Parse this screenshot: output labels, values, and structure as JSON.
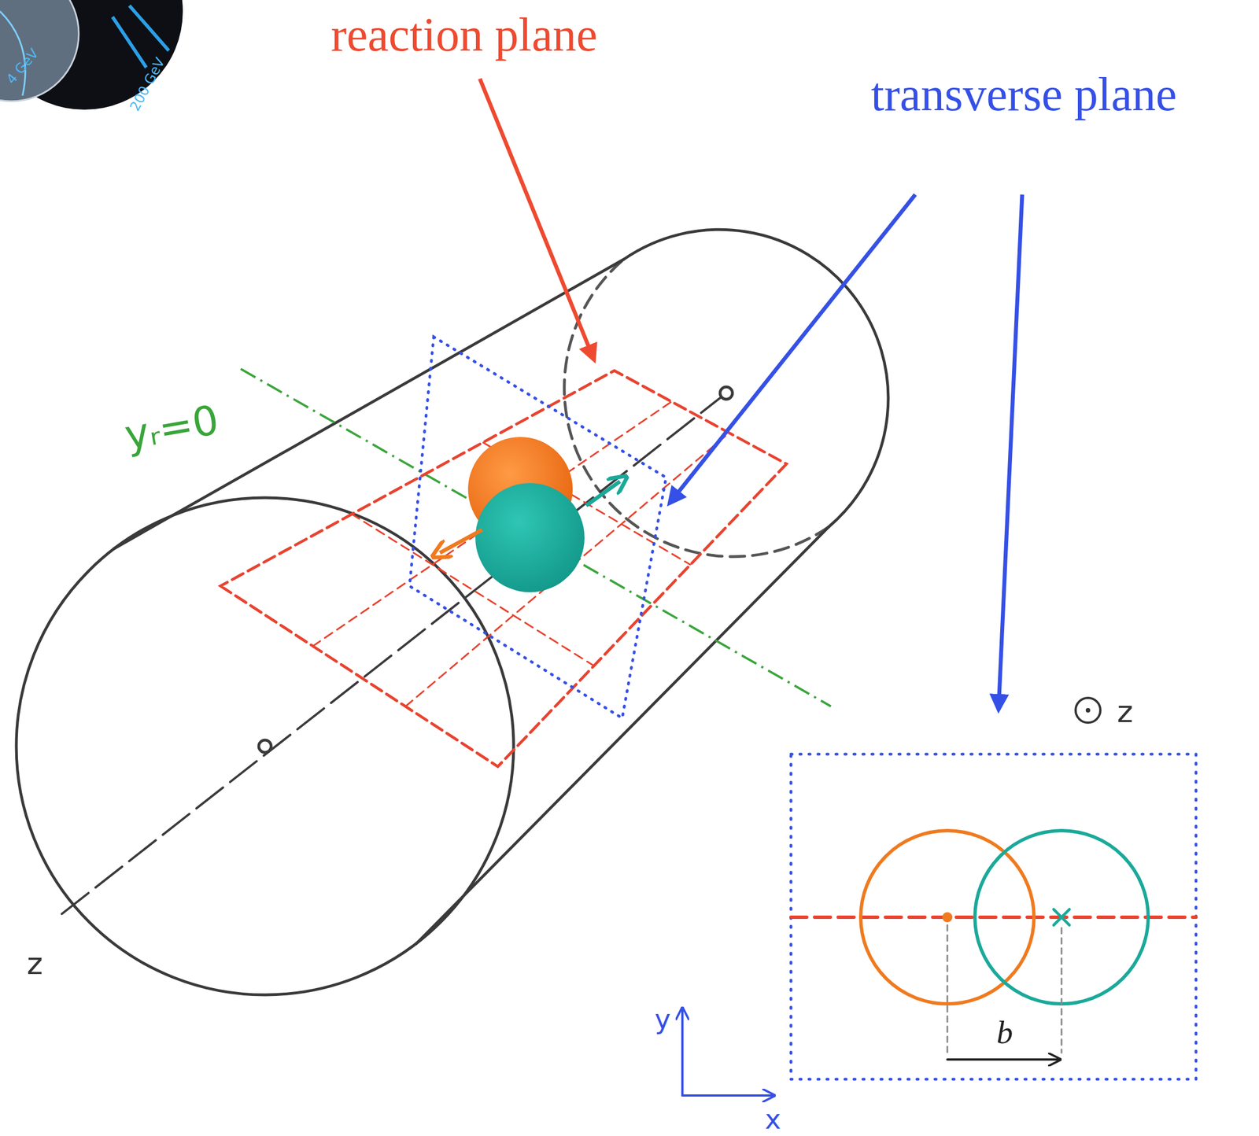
{
  "diagram": {
    "labels": [
      "reaction plane",
      "transverse plane",
      "yᵣ=0",
      "z",
      "z",
      "y",
      "x",
      "b",
      "200 GeV",
      "4 GeV"
    ]
  }
}
